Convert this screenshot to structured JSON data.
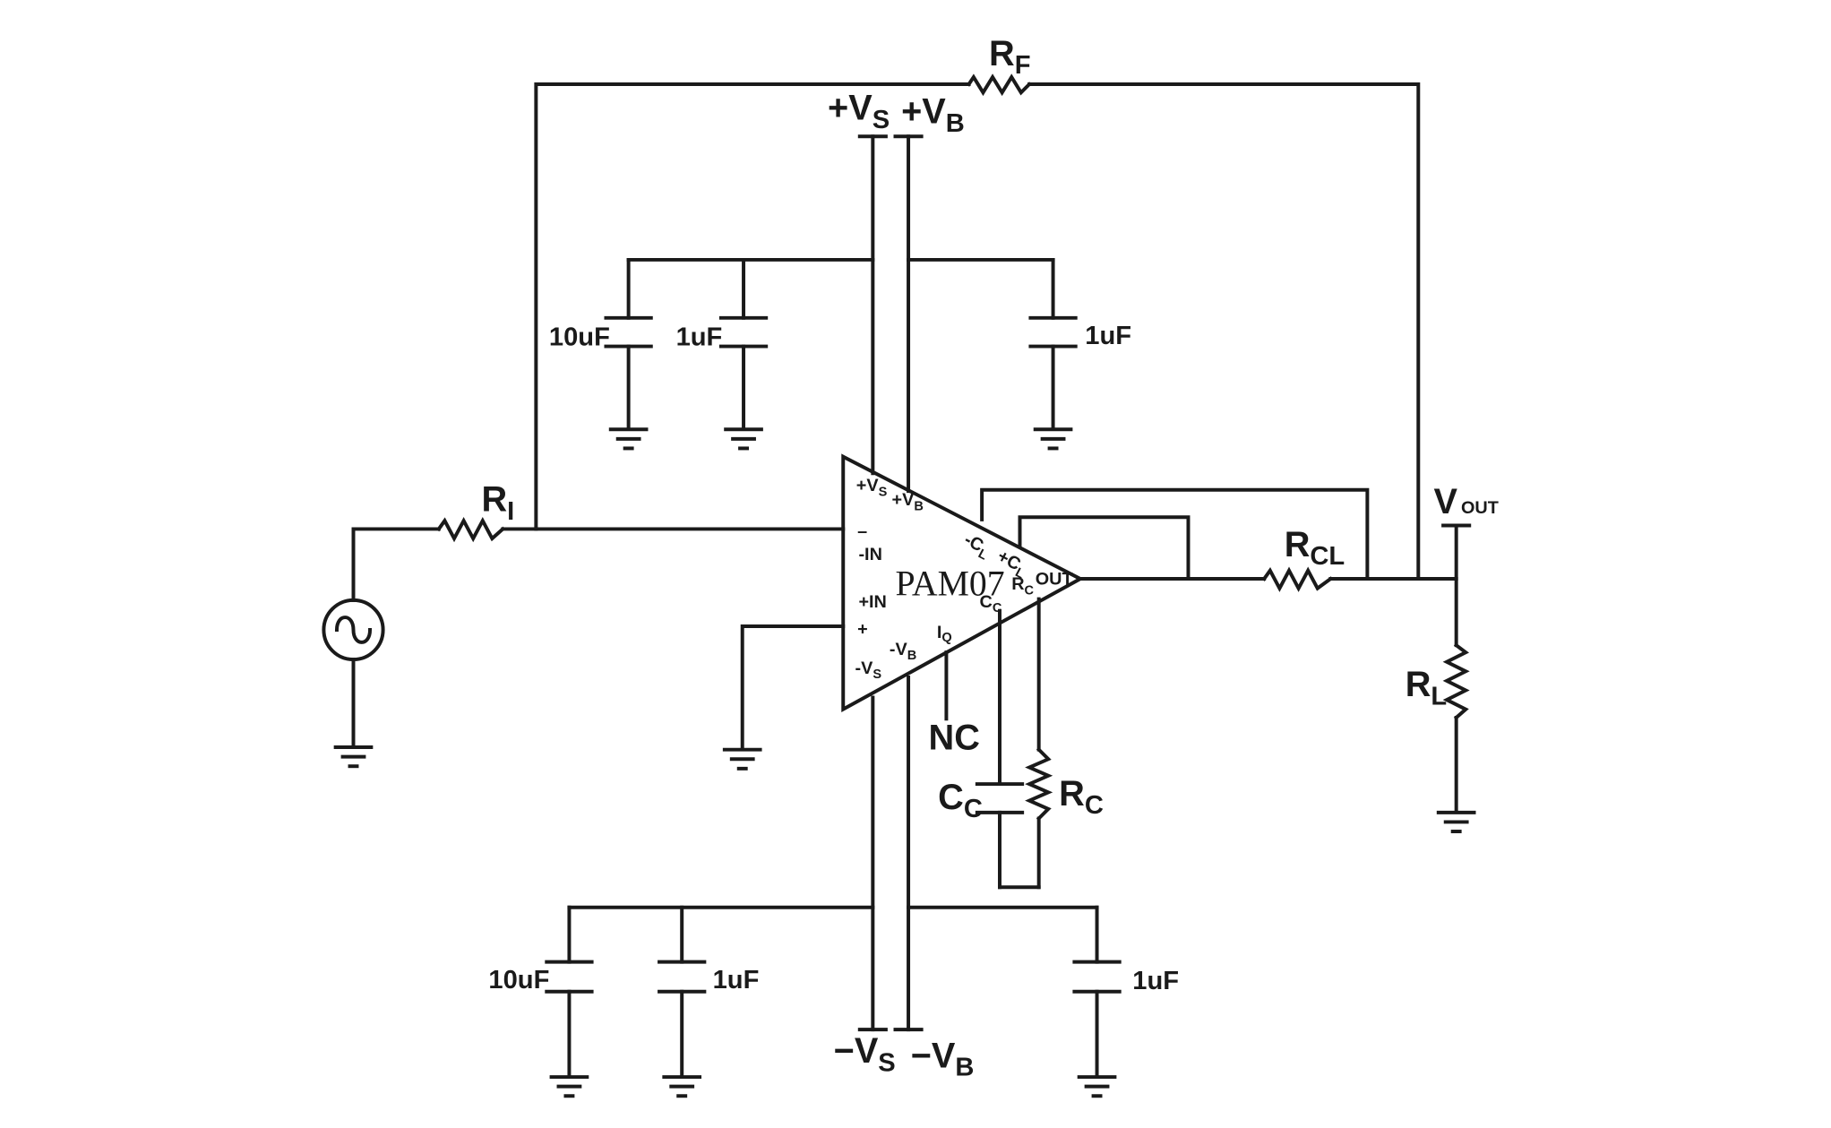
{
  "chip": {
    "name": "PAM07"
  },
  "pins": {
    "vs_pos": {
      "main": "+V",
      "sub": "S"
    },
    "vb_pos": {
      "main": "+V",
      "sub": "B"
    },
    "minus_sign": "–",
    "in_neg": "-IN",
    "in_pos": "+IN",
    "plus_sign": "+",
    "vs_neg": {
      "main": "-V",
      "sub": "S"
    },
    "vb_neg": {
      "main": "-V",
      "sub": "B"
    },
    "iq": {
      "main": "I",
      "sub": "Q"
    },
    "cl_neg": {
      "main": "-C",
      "sub": "L"
    },
    "cl_pos": {
      "main": "+C",
      "sub": "L"
    },
    "rc": {
      "main": "R",
      "sub": "C"
    },
    "cc": {
      "main": "C",
      "sub": "C"
    },
    "out": "OUT"
  },
  "components": {
    "rf": {
      "main": "R",
      "sub": "F"
    },
    "ri": {
      "main": "R",
      "sub": "I"
    },
    "rcl": {
      "main": "R",
      "sub": "CL"
    },
    "rl": {
      "main": "R",
      "sub": "L"
    },
    "rc": {
      "main": "R",
      "sub": "C"
    },
    "cc": {
      "main": "C",
      "sub": "C"
    },
    "cap_top_1": "10uF",
    "cap_top_2": "1uF",
    "cap_top_3": "1uF",
    "cap_bot_1": "10uF",
    "cap_bot_2": "1uF",
    "cap_bot_3": "1uF"
  },
  "rails": {
    "vs_top": {
      "main": "+V",
      "sub": "S"
    },
    "vb_top": {
      "main": "+V",
      "sub": "B"
    },
    "vs_bottom": {
      "main": "−V",
      "sub": "S"
    },
    "vb_bottom": {
      "main": "−V",
      "sub": "B"
    }
  },
  "output": {
    "main": "V",
    "sub": "OUT"
  },
  "nc": "NC"
}
